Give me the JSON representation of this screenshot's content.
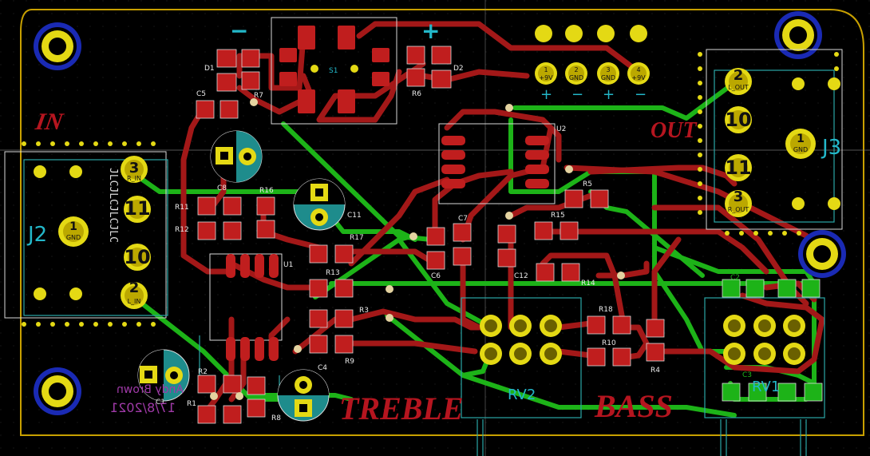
{
  "board": {
    "silk_titles": {
      "in": "IN",
      "out": "OUT",
      "treble": "TREBLE",
      "bass": "BASS"
    },
    "connectors": {
      "j2": "J2",
      "j3": "J3",
      "j2_pins": [
        "3",
        "11",
        "10",
        "2",
        "1"
      ],
      "j2_pin_names": [
        "R_IN",
        "GND",
        "L_IN"
      ],
      "j3_pins": [
        "2",
        "10",
        "1",
        "11",
        "3"
      ],
      "j3_pin_names": [
        "L_OUT",
        "GND",
        "R_OUT"
      ],
      "j2_vertical_text": "JLCJLCJLCJLC"
    },
    "power": {
      "plus": "+",
      "minus": "−",
      "header_pins": [
        "1",
        "2",
        "3",
        "4"
      ],
      "header_names": [
        "+9V",
        "GND",
        "GND",
        "+9V"
      ],
      "header_marks": [
        "+",
        "−",
        "+",
        "−"
      ]
    },
    "refdes": {
      "d1": "D1",
      "d2": "D2",
      "s1": "S1",
      "c5": "C5",
      "r7": "R7",
      "r6": "R6",
      "u2": "U2",
      "c8": "C8",
      "r16": "R16",
      "c11": "C11",
      "r11": "R11",
      "r12": "R12",
      "u1": "U1",
      "r17": "R17",
      "r13": "R13",
      "r3": "R3",
      "r9": "R9",
      "c4": "C4",
      "c6": "C6",
      "c7": "C7",
      "r5": "R5",
      "r15": "R15",
      "c12": "C12",
      "r14": "R14",
      "r18": "R18",
      "r10": "R10",
      "r4": "R4",
      "rv2": "RV2",
      "rv1": "RV1",
      "c3": "C3",
      "c1": "C1",
      "r2": "R2",
      "r1": "R1",
      "r8": "R8",
      "c2": "C2"
    },
    "pad_label": "GND",
    "author": "Andy Brown",
    "date": "17/8/2021"
  }
}
